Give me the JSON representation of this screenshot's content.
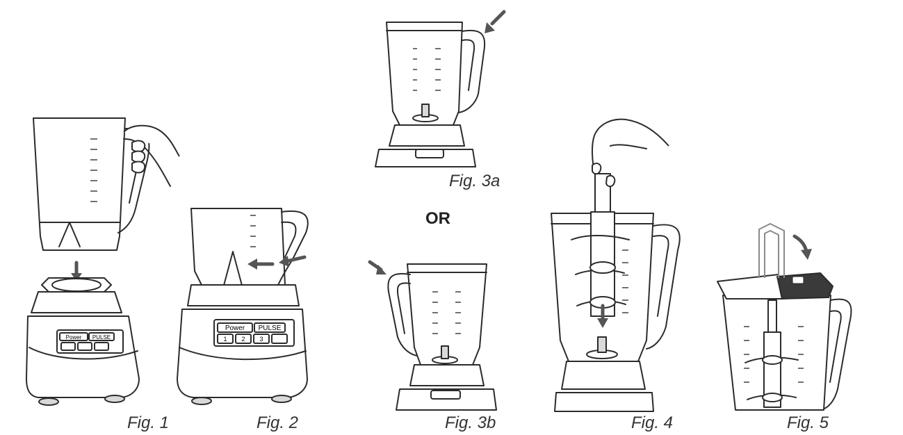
{
  "figures": [
    {
      "id": "fig1",
      "caption": "Fig. 1"
    },
    {
      "id": "fig2",
      "caption": "Fig. 2"
    },
    {
      "id": "fig3a",
      "caption": "Fig. 3a"
    },
    {
      "id": "fig3b",
      "caption": "Fig. 3b"
    },
    {
      "id": "fig4",
      "caption": "Fig. 4"
    },
    {
      "id": "fig5",
      "caption": "Fig. 5"
    }
  ],
  "or_label": "OR",
  "control_panel": {
    "power_label": "Power",
    "pulse_label": "PULSE",
    "button1_label": "1",
    "button2_label": "2",
    "button3_label": "3"
  },
  "colors": {
    "line": "#2b2b2b",
    "arrow": "#555555",
    "lid": "#3a3a3a"
  }
}
